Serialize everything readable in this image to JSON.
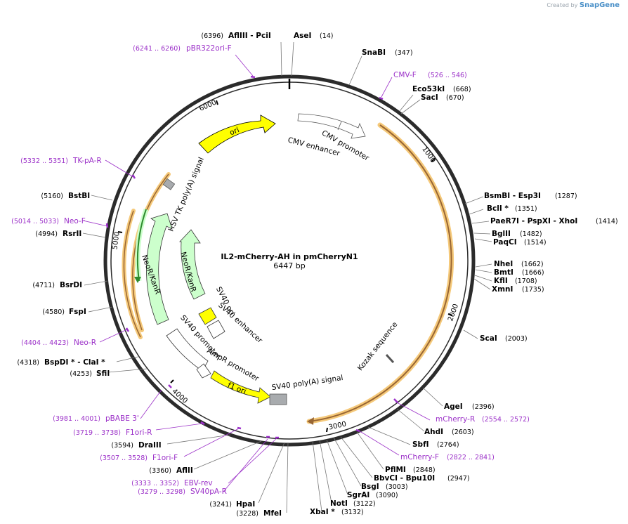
{
  "watermark": {
    "prefix": "Created by",
    "brand": "SnapGene"
  },
  "plasmid": {
    "name": "IL2-mCherry-AH in pmCherryN1",
    "size_label": "6447 bp",
    "length": 6447
  },
  "tick_labels": [
    "1000",
    "2000",
    "3000",
    "4000",
    "5000",
    "6000"
  ],
  "enzymes": [
    {
      "name": "AflIII  - PciI",
      "pos": "(6396)"
    },
    {
      "name": "AseI",
      "pos": "(14)"
    },
    {
      "name": "SnaBI",
      "pos": "(347)"
    },
    {
      "name": "Eco53kI",
      "pos": "(668)"
    },
    {
      "name": "SacI",
      "pos": "(670)"
    },
    {
      "name": "BsmBI    - Esp3I",
      "pos": "(1287)"
    },
    {
      "name": "BclI *",
      "pos": "(1351)"
    },
    {
      "name": "PaeR7I    - PspXI   - XhoI",
      "pos": "(1414)"
    },
    {
      "name": "BglII",
      "pos": "(1482)"
    },
    {
      "name": "PaqCI",
      "pos": "(1514)"
    },
    {
      "name": "NheI",
      "pos": "(1662)"
    },
    {
      "name": "BmtI",
      "pos": "(1666)"
    },
    {
      "name": "KflI",
      "pos": "(1708)"
    },
    {
      "name": "XmnI",
      "pos": "(1735)"
    },
    {
      "name": "ScaI",
      "pos": "(2003)"
    },
    {
      "name": "AgeI",
      "pos": "(2396)"
    },
    {
      "name": "AhdI",
      "pos": "(2603)"
    },
    {
      "name": "SbfI",
      "pos": "(2764)"
    },
    {
      "name": "PflMI",
      "pos": "(2848)"
    },
    {
      "name": "BbvCI   - Bpu10I",
      "pos": "(2947)"
    },
    {
      "name": "BsgI",
      "pos": "(3003)"
    },
    {
      "name": "SgrAI",
      "pos": "(3090)"
    },
    {
      "name": "NotI",
      "pos": "(3122)"
    },
    {
      "name": "XbaI *",
      "pos": "(3132)"
    },
    {
      "name": "MfeI",
      "pos": "(3228)"
    },
    {
      "name": "HpaI",
      "pos": "(3241)"
    },
    {
      "name": "AflII",
      "pos": "(3360)"
    },
    {
      "name": "DraIII",
      "pos": "(3594)"
    },
    {
      "name": "SfiI",
      "pos": "(4253)"
    },
    {
      "name": "BspDI *  - ClaI *",
      "pos": "(4318)"
    },
    {
      "name": "FspI",
      "pos": "(4580)"
    },
    {
      "name": "BsrDI",
      "pos": "(4711)"
    },
    {
      "name": "RsrII",
      "pos": "(4994)"
    },
    {
      "name": "BstBI",
      "pos": "(5160)"
    }
  ],
  "primers": [
    {
      "name": "pBR322ori-F",
      "range": "(6241 .. 6260)"
    },
    {
      "name": "CMV-F",
      "range": "(526 .. 546)"
    },
    {
      "name": "mCherry-R",
      "range": "(2554 .. 2572)"
    },
    {
      "name": "mCherry-F",
      "range": "(2822 .. 2841)"
    },
    {
      "name": "EBV-rev",
      "range": "(3333 .. 3352)"
    },
    {
      "name": "SV40pA-R",
      "range": "(3279 .. 3298)"
    },
    {
      "name": "F1ori-F",
      "range": "(3507 .. 3528)"
    },
    {
      "name": "F1ori-R",
      "range": "(3719 .. 3738)"
    },
    {
      "name": "pBABE 3'",
      "range": "(3981 .. 4001)"
    },
    {
      "name": "Neo-R",
      "range": "(4404 .. 4423)"
    },
    {
      "name": "Neo-F",
      "range": "(5014 .. 5033)"
    },
    {
      "name": "TK-pA-R",
      "range": "(5332 .. 5351)"
    }
  ],
  "features": [
    {
      "name": "CMV enhancer"
    },
    {
      "name": "CMV promoter"
    },
    {
      "name": "ori"
    },
    {
      "name": "HSV TK poly(A) signal"
    },
    {
      "name": "NeoR/KanR"
    },
    {
      "name": "NeoR/KanR"
    },
    {
      "name": "SV40 ori"
    },
    {
      "name": "SV40 enhancer"
    },
    {
      "name": "SV40 promoter"
    },
    {
      "name": "AmpR promoter"
    },
    {
      "name": "f1 ori"
    },
    {
      "name": "SV40 poly(A) signal"
    },
    {
      "name": "Kozak sequence"
    }
  ],
  "colors": {
    "backbone": "#2b2b2b",
    "primer": "#9b30c8",
    "ori": "#ffff00",
    "resistance": "#ccffcc",
    "promoter": "#ffffff",
    "polyA": "#a8abae",
    "orf_highlight": "#f5c97a",
    "orf_arrow": "#996633",
    "resistance_arrow": "#2e8b2e"
  }
}
